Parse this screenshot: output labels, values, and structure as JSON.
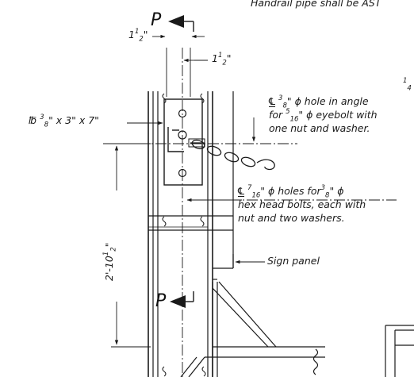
{
  "header_note": "Handrail pipe shall be AST",
  "section_letter": "P",
  "dims": {
    "top_left": {
      "whole": "1",
      "num": "1",
      "den": "2",
      "unit": "\""
    },
    "top_right": {
      "whole": "1",
      "num": "1",
      "den": "2",
      "unit": "\""
    },
    "height": {
      "text": "2'-10",
      "num": "1",
      "den": "2",
      "unit": "\""
    }
  },
  "plate": {
    "symbol": "℔",
    "t_num": "3",
    "t_den": "8",
    "rest": "\" x 3\" x 7\""
  },
  "note_eyebolt": {
    "cl": "℄",
    "l1_num": "3",
    "l1_den": "8",
    "l1_rest": "\" ϕ hole in angle",
    "l2_pre": "for ",
    "l2_num": "5",
    "l2_den": "16",
    "l2_rest": "\" ϕ eyebolt with",
    "l3": "one nut and washer."
  },
  "note_bolts": {
    "cl": "℄",
    "l1_num": "7",
    "l1_den": "16",
    "l1_mid": "\" ϕ holes for",
    "l1_num2": "3",
    "l1_den2": "8",
    "l1_rest": "\" ϕ",
    "l2": "hex head bolts, each with",
    "l3": "nut and two washers."
  },
  "sign_panel": "Sign panel",
  "corner_mark": {
    "num": "1",
    "den": "4"
  }
}
